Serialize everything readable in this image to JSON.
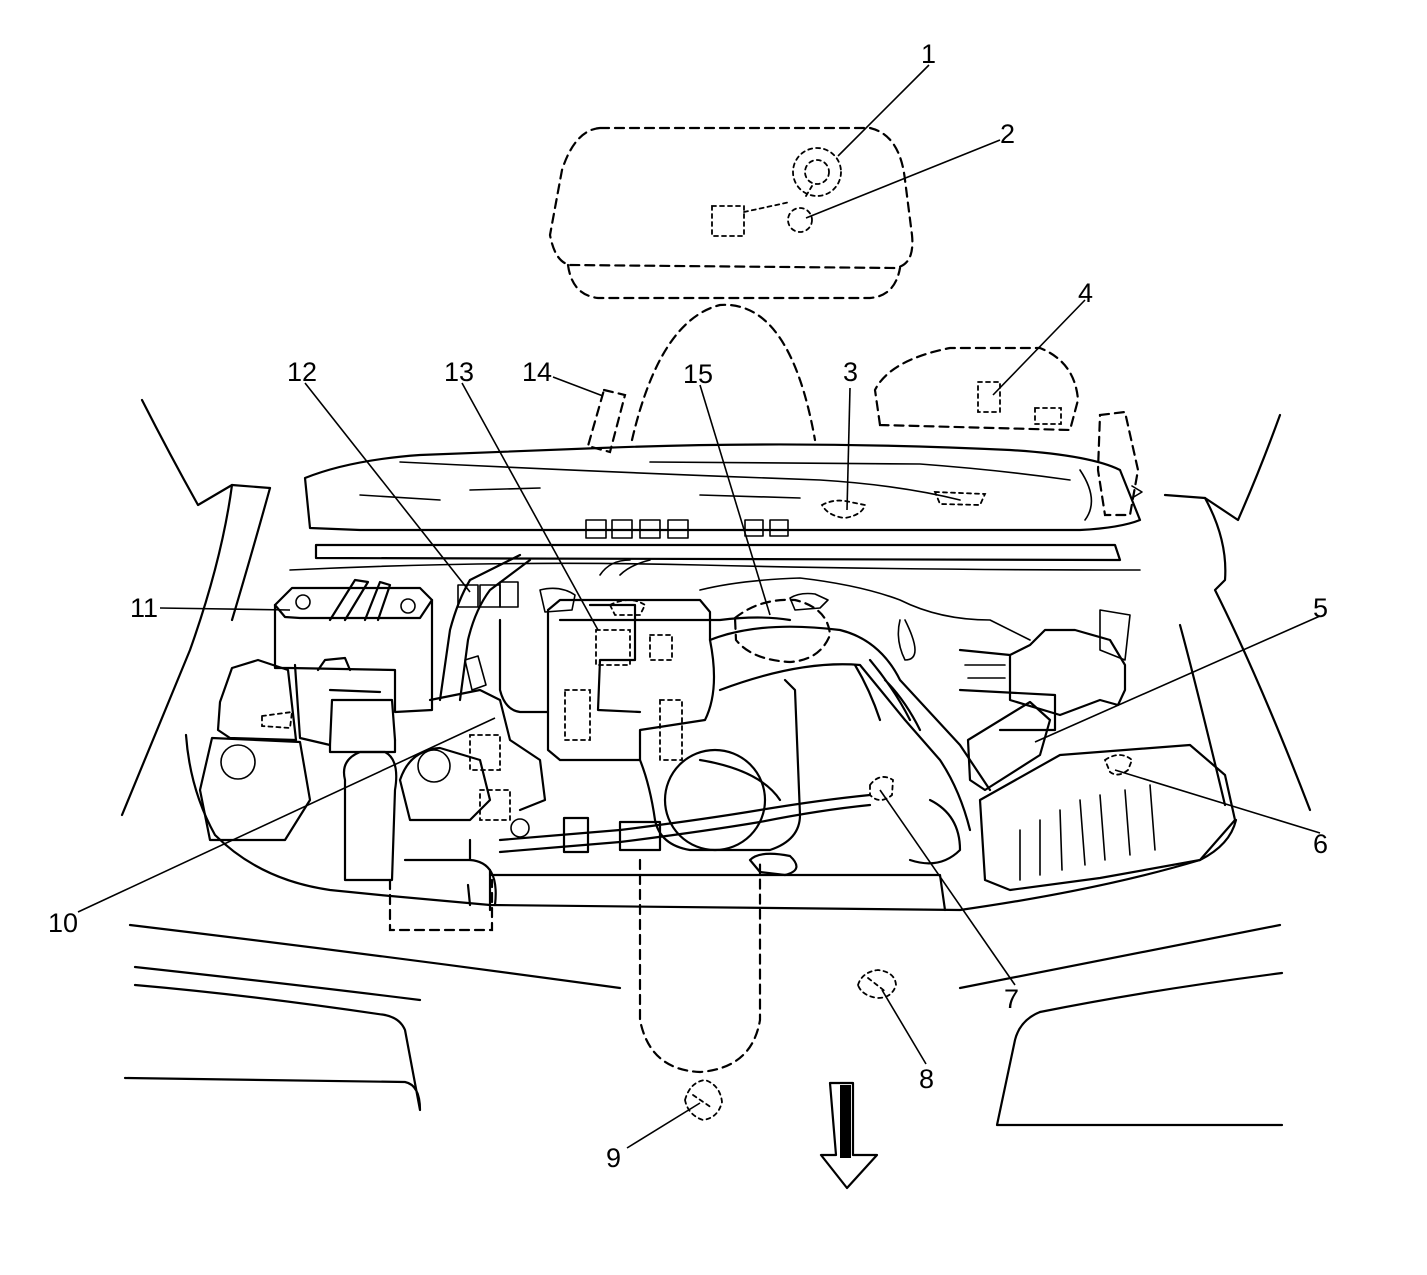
{
  "callouts": [
    {
      "id": 1,
      "label": "1"
    },
    {
      "id": 2,
      "label": "2"
    },
    {
      "id": 3,
      "label": "3"
    },
    {
      "id": 4,
      "label": "4"
    },
    {
      "id": 5,
      "label": "5"
    },
    {
      "id": 6,
      "label": "6"
    },
    {
      "id": 7,
      "label": "7"
    },
    {
      "id": 8,
      "label": "8"
    },
    {
      "id": 9,
      "label": "9"
    },
    {
      "id": 10,
      "label": "10"
    },
    {
      "id": 11,
      "label": "11"
    },
    {
      "id": 12,
      "label": "12"
    },
    {
      "id": 13,
      "label": "13"
    },
    {
      "id": 14,
      "label": "14"
    },
    {
      "id": 15,
      "label": "15"
    }
  ],
  "direction_indicator": "front-arrow-down"
}
